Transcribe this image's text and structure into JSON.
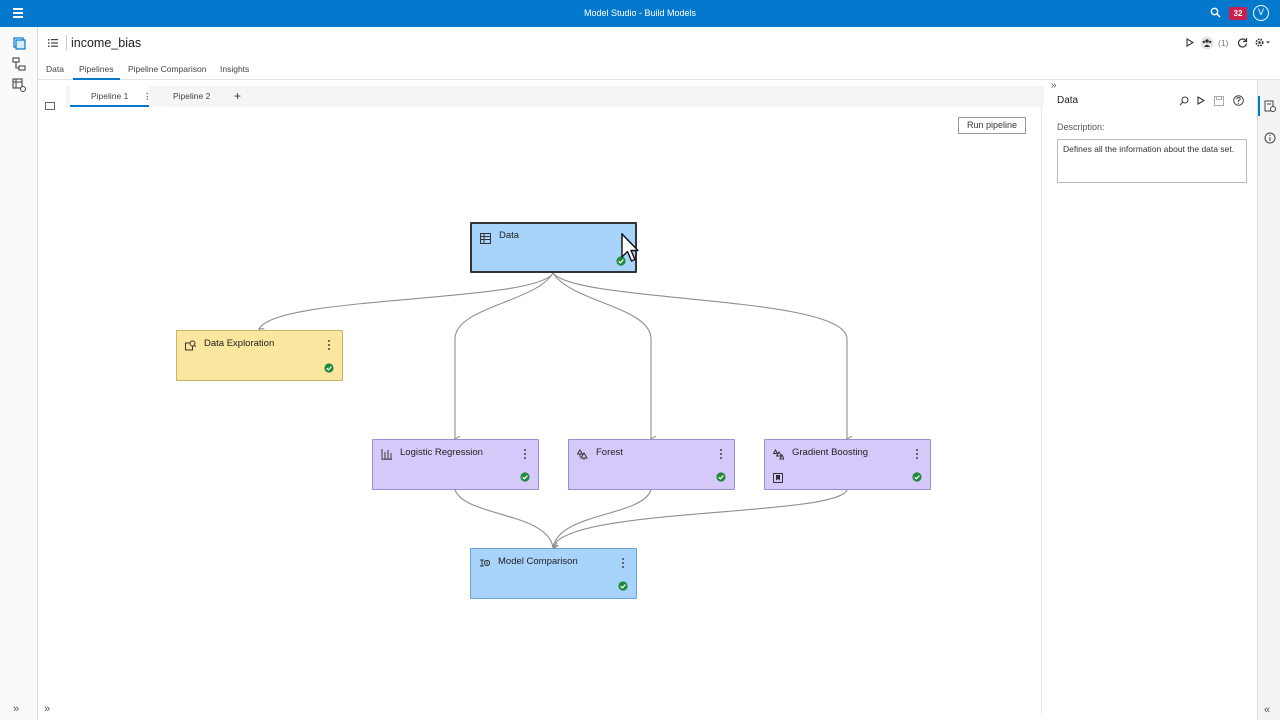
{
  "app": {
    "title": "Model Studio - Build Models",
    "notification_count": "32",
    "user_initial": "V"
  },
  "project": {
    "name": "income_bias"
  },
  "main_tabs": [
    {
      "label": "Data"
    },
    {
      "label": "Pipelines"
    },
    {
      "label": "Pipeline Comparison"
    },
    {
      "label": "Insights"
    }
  ],
  "header_tools": {
    "run_count": "(1)"
  },
  "pipeline_tabs": [
    {
      "label": "Pipeline 1"
    },
    {
      "label": "Pipeline 2"
    }
  ],
  "add_pipeline_label": "+",
  "canvas": {
    "run_button_label": "Run pipeline"
  },
  "nodes": [
    {
      "label": "Data",
      "status": "complete",
      "color": "#a8d4fb",
      "icon": "data-table-icon",
      "selected": true
    },
    {
      "label": "Data Exploration",
      "status": "complete",
      "color": "#fae69f",
      "icon": "data-exploration-icon"
    },
    {
      "label": "Logistic Regression",
      "status": "complete",
      "color": "#d5c9fa",
      "icon": "logistic-regression-icon"
    },
    {
      "label": "Forest",
      "status": "complete",
      "color": "#d5c9fa",
      "icon": "forest-icon"
    },
    {
      "label": "Gradient Boosting",
      "status": "complete",
      "color": "#d5c9fa",
      "icon": "gradient-boosting-icon"
    },
    {
      "label": "Model Comparison",
      "status": "complete",
      "color": "#a8d4fb",
      "icon": "model-comparison-icon"
    }
  ],
  "properties": {
    "title": "Data",
    "description_label": "Description:",
    "description_value": "Defines all the information about the data set."
  },
  "colors": {
    "brand_blue": "#0378cd",
    "status_green": "#1f8a3a",
    "badge_red": "#cc1d4d"
  }
}
